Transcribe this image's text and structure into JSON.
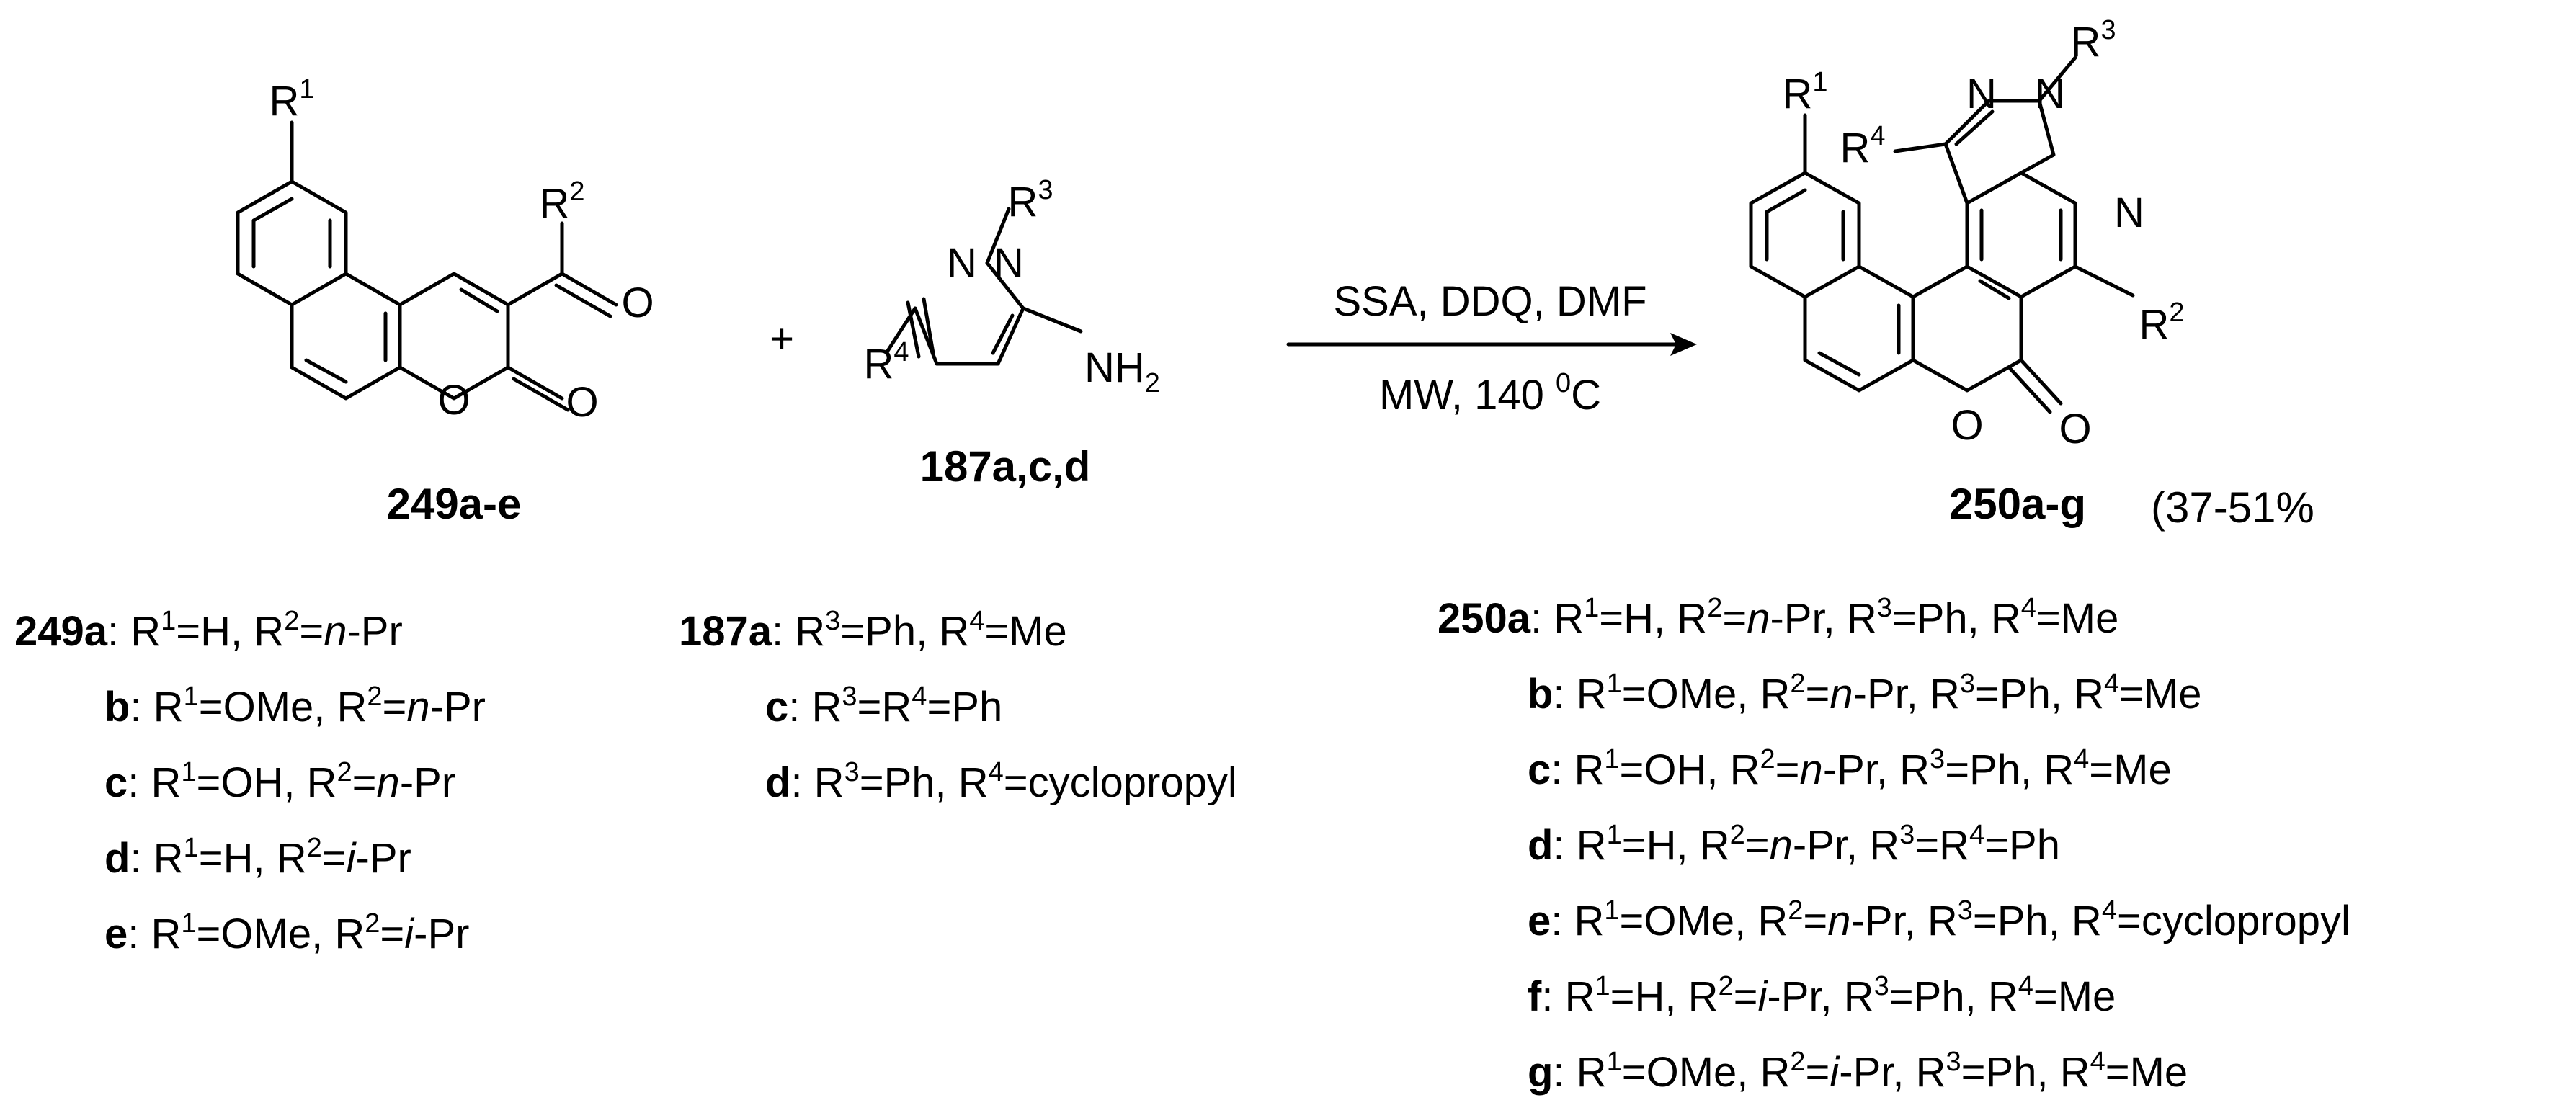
{
  "reactant1": {
    "label": "249a-e",
    "atoms": {
      "r1": "R",
      "r1_sup": "1",
      "r2": "R",
      "r2_sup": "2",
      "o_carbonyl": "O",
      "o_ring": "O",
      "o_lactone": "O"
    },
    "variants": [
      {
        "id": "249a",
        "parts": [
          [
            "R",
            "1",
            "=H, "
          ],
          [
            "R",
            "2",
            "="
          ],
          [
            "i:",
            "n"
          ],
          [
            "",
            "",
            "-Pr"
          ]
        ]
      },
      {
        "id": "b",
        "parts": [
          [
            "R",
            "1",
            "=OMe, "
          ],
          [
            "R",
            "2",
            "="
          ],
          [
            "i:",
            "n"
          ],
          [
            "",
            "",
            "-Pr"
          ]
        ]
      },
      {
        "id": "c",
        "parts": [
          [
            "R",
            "1",
            "=OH, "
          ],
          [
            "R",
            "2",
            "="
          ],
          [
            "i:",
            "n"
          ],
          [
            "",
            "",
            "-Pr"
          ]
        ]
      },
      {
        "id": "d",
        "parts": [
          [
            "R",
            "1",
            "=H, "
          ],
          [
            "R",
            "2",
            "="
          ],
          [
            "i:",
            "i"
          ],
          [
            "",
            "",
            "-Pr"
          ]
        ]
      },
      {
        "id": "e",
        "parts": [
          [
            "R",
            "1",
            "=OMe, "
          ],
          [
            "R",
            "2",
            "="
          ],
          [
            "i:",
            "i"
          ],
          [
            "",
            "",
            "-Pr"
          ]
        ]
      }
    ]
  },
  "plus": "+",
  "reactant2": {
    "label": "187a,c,d",
    "atoms": {
      "r3": "R",
      "r3_sup": "3",
      "r4": "R",
      "r4_sup": "4",
      "n1": "N",
      "n2": "N",
      "nh2": "NH",
      "nh2_sub": "2"
    },
    "variants": [
      {
        "id": "187a",
        "parts": [
          [
            "R",
            "3",
            "=Ph, "
          ],
          [
            "R",
            "4",
            "=Me"
          ]
        ]
      },
      {
        "id": "c",
        "parts": [
          [
            "R",
            "3",
            "="
          ],
          [
            "R",
            "4",
            "=Ph"
          ]
        ]
      },
      {
        "id": "d",
        "parts": [
          [
            "R",
            "3",
            "=Ph, "
          ],
          [
            "R",
            "4",
            "=cyclopropyl"
          ]
        ]
      }
    ]
  },
  "conditions": {
    "above": "SSA, DDQ, DMF",
    "below_prefix": "MW, 140 ",
    "below_sup": "0",
    "below_suffix": "C"
  },
  "product": {
    "label": "250a-g",
    "yield": "(37-51%",
    "atoms": {
      "r1": "R",
      "r1_sup": "1",
      "r2": "R",
      "r2_sup": "2",
      "r3": "R",
      "r3_sup": "3",
      "r4": "R",
      "r4_sup": "4",
      "n_a": "N",
      "n_b": "N",
      "n_py": "N",
      "o_ring": "O",
      "o_lactone": "O"
    },
    "variants": [
      {
        "id": "250a",
        "parts": [
          [
            "R",
            "1",
            "=H, "
          ],
          [
            "R",
            "2",
            "="
          ],
          [
            "i:",
            "n"
          ],
          [
            "",
            "",
            "-Pr, "
          ],
          [
            "R",
            "3",
            "=Ph, "
          ],
          [
            "R",
            "4",
            "=Me"
          ]
        ]
      },
      {
        "id": "b",
        "parts": [
          [
            "R",
            "1",
            "=OMe, "
          ],
          [
            "R",
            "2",
            "="
          ],
          [
            "i:",
            "n"
          ],
          [
            "",
            "",
            "-Pr, "
          ],
          [
            "R",
            "3",
            "=Ph, "
          ],
          [
            "R",
            "4",
            "=Me"
          ]
        ]
      },
      {
        "id": "c",
        "parts": [
          [
            "R",
            "1",
            "=OH, "
          ],
          [
            "R",
            "2",
            "="
          ],
          [
            "i:",
            "n"
          ],
          [
            "",
            "",
            "-Pr, "
          ],
          [
            "R",
            "3",
            "=Ph, "
          ],
          [
            "R",
            "4",
            "=Me"
          ]
        ]
      },
      {
        "id": "d",
        "parts": [
          [
            "R",
            "1",
            "=H, "
          ],
          [
            "R",
            "2",
            "="
          ],
          [
            "i:",
            "n"
          ],
          [
            "",
            "",
            "-Pr, "
          ],
          [
            "R",
            "3",
            "="
          ],
          [
            "R",
            "4",
            "=Ph"
          ]
        ]
      },
      {
        "id": "e",
        "parts": [
          [
            "R",
            "1",
            "=OMe, "
          ],
          [
            "R",
            "2",
            "="
          ],
          [
            "i:",
            "n"
          ],
          [
            "",
            "",
            "-Pr, "
          ],
          [
            "R",
            "3",
            "=Ph, "
          ],
          [
            "R",
            "4",
            "=cyclopropyl"
          ]
        ]
      },
      {
        "id": "f",
        "parts": [
          [
            "R",
            "1",
            "=H, "
          ],
          [
            "R",
            "2",
            "="
          ],
          [
            "i:",
            "i"
          ],
          [
            "",
            "",
            "-Pr, "
          ],
          [
            "R",
            "3",
            "=Ph, "
          ],
          [
            "R",
            "4",
            "=Me"
          ]
        ]
      },
      {
        "id": "g",
        "parts": [
          [
            "R",
            "1",
            "=OMe, "
          ],
          [
            "R",
            "2",
            "="
          ],
          [
            "i:",
            "i"
          ],
          [
            "",
            "",
            "-Pr, "
          ],
          [
            "R",
            "3",
            "=Ph, "
          ],
          [
            "R",
            "4",
            "=Me"
          ]
        ]
      }
    ]
  }
}
